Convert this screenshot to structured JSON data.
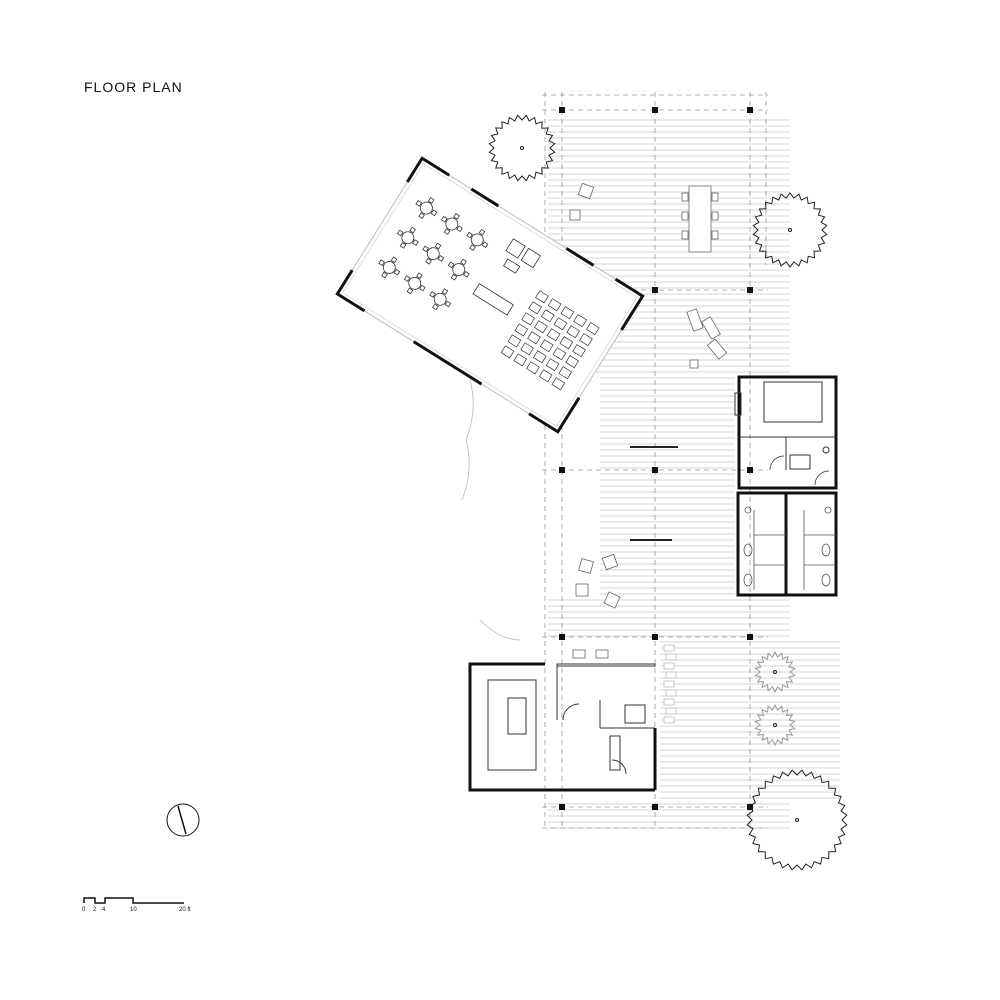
{
  "title": "FLOOR PLAN",
  "scale_bar": {
    "labels": [
      "0",
      "2",
      "4",
      "10",
      "20 ft"
    ]
  },
  "north_arrow": {
    "icon": "north-arrow-icon"
  },
  "colors": {
    "ink": "#111111",
    "light": "#bbbbbb",
    "deck": "#d6d6d6"
  }
}
